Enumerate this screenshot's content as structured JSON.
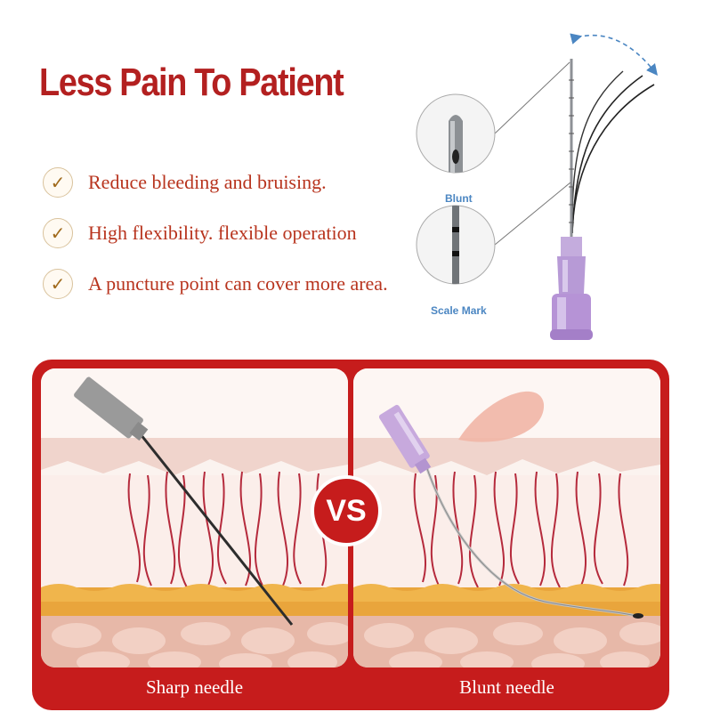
{
  "headline": "Less Pain To Patient",
  "benefits": [
    {
      "icon": "check-icon",
      "text": "Reduce bleeding and bruising."
    },
    {
      "icon": "check-icon",
      "text": "High flexibility. flexible operation"
    },
    {
      "icon": "check-icon",
      "text": "A puncture point can cover more area."
    }
  ],
  "product": {
    "callouts": [
      "Blunt",
      "Scale Mark"
    ]
  },
  "comparison": {
    "badge": "VS",
    "left_caption": "Sharp needle",
    "right_caption": "Blunt needle"
  },
  "colors": {
    "headline": "#b32020",
    "benefit_text": "#b8341e",
    "frame_red": "#c61c1c",
    "callout_label": "#4b86c2",
    "needle_hub": "#b79ad6"
  }
}
